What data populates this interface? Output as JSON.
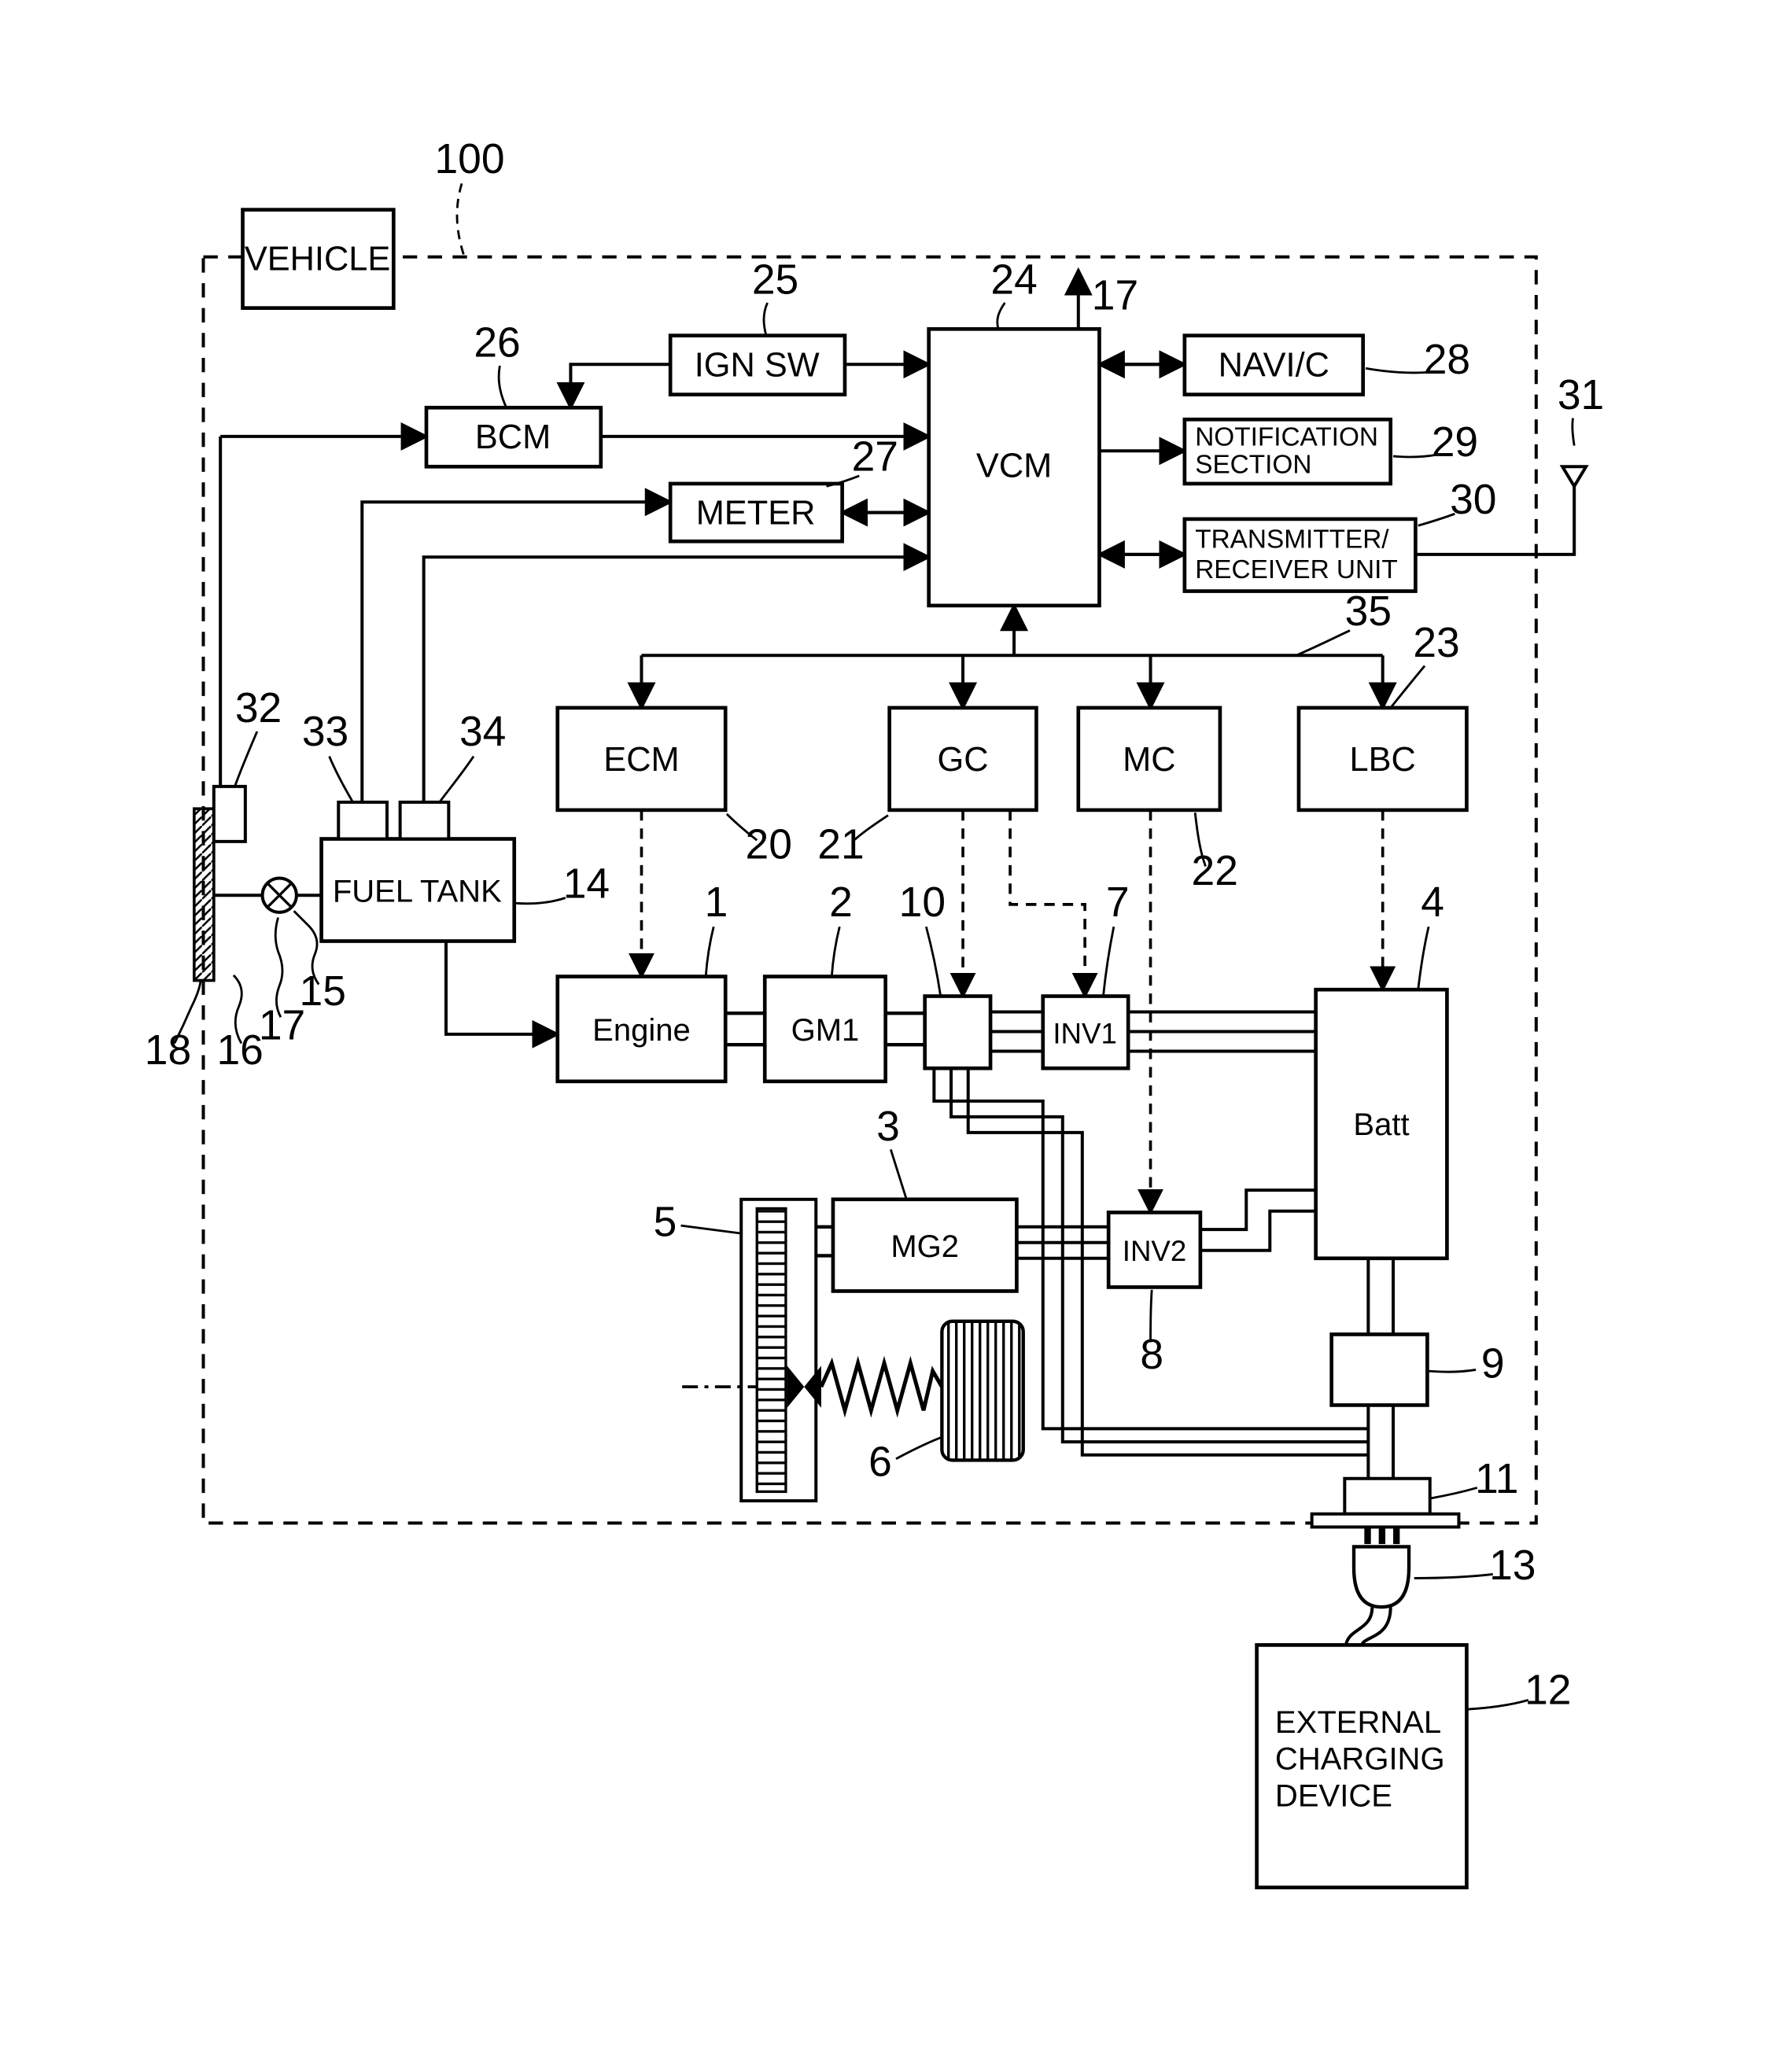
{
  "colors": {
    "ink": "#000000",
    "background": "#ffffff"
  },
  "blocks": {
    "vehicle": "VEHICLE",
    "ign_sw": "IGN SW",
    "bcm": "BCM",
    "meter": "METER",
    "vcm": "VCM",
    "navi": "NAVI/C",
    "notification_line1": "NOTIFICATION",
    "notification_line2": "SECTION",
    "transmitter_line1": "TRANSMITTER/",
    "transmitter_line2": "RECEIVER UNIT",
    "ecm": "ECM",
    "gc": "GC",
    "mc": "MC",
    "lbc": "LBC",
    "fuel_tank": "FUEL TANK",
    "engine": "Engine",
    "gm1": "GM1",
    "inv1": "INV1",
    "batt": "Batt",
    "mg2": "MG2",
    "inv2": "INV2",
    "external_line1": "EXTERNAL",
    "external_line2": "CHARGING",
    "external_line3": "DEVICE"
  },
  "refs": {
    "n100": "100",
    "n1": "1",
    "n2": "2",
    "n3": "3",
    "n4": "4",
    "n5": "5",
    "n6": "6",
    "n7": "7",
    "n8": "8",
    "n9": "9",
    "n10": "10",
    "n11": "11",
    "n12": "12",
    "n13": "13",
    "n14": "14",
    "n15": "15",
    "n16": "16",
    "n17": "17",
    "n18": "18",
    "n20": "20",
    "n21": "21",
    "n22": "22",
    "n23": "23",
    "n24": "24",
    "n25": "25",
    "n26": "26",
    "n27": "27",
    "n28": "28",
    "n29": "29",
    "n30": "30",
    "n31": "31",
    "n32": "32",
    "n33": "33",
    "n34": "34",
    "n35": "35"
  }
}
